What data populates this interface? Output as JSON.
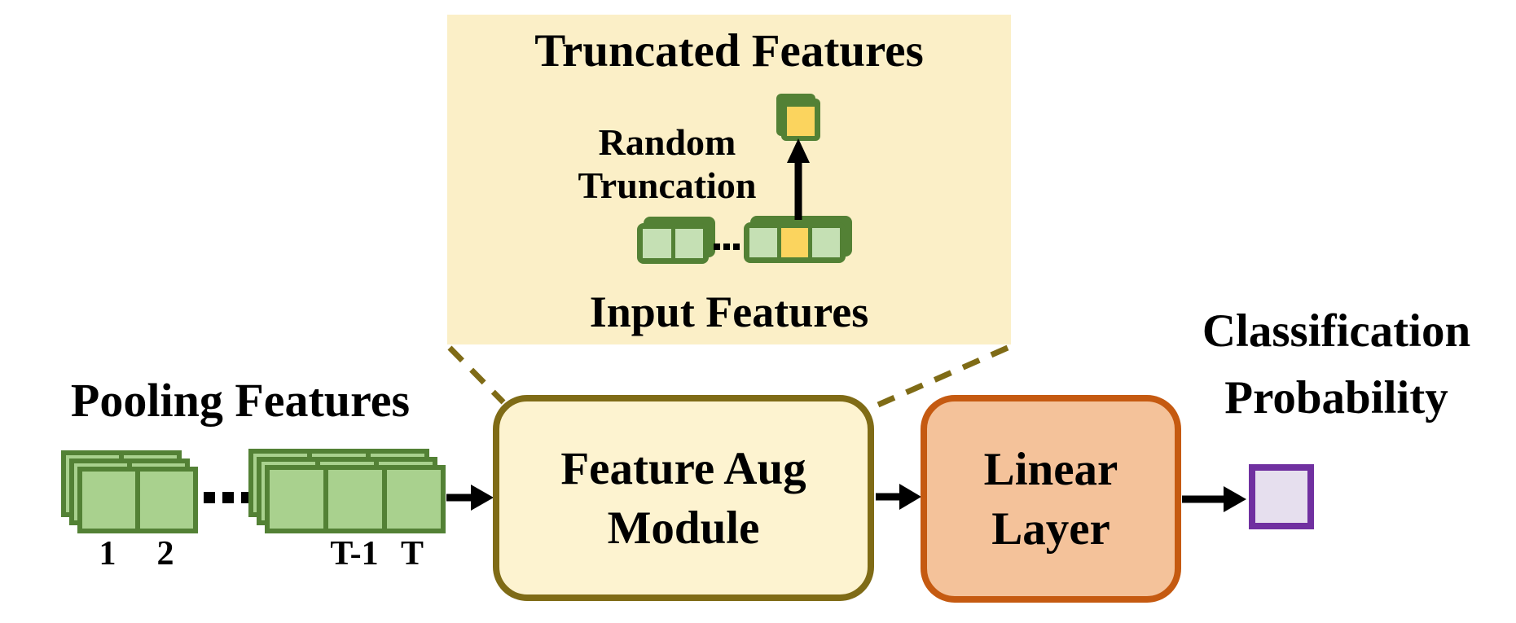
{
  "figure": {
    "panel": {
      "title": "Truncated Features",
      "random_label": {
        "line1": "Random",
        "line2": "Truncation"
      },
      "input_label": "Input Features"
    },
    "pooling": {
      "label": "Pooling Features",
      "index_labels": {
        "one": "1",
        "two": "2",
        "t_minus_1": "T-1",
        "t": "T"
      }
    },
    "feature_aug_box": {
      "line1": "Feature Aug",
      "line2": "Module"
    },
    "linear_box": {
      "line1": "Linear",
      "line2": "Layer"
    },
    "output_label": {
      "line1": "Classification",
      "line2": "Probability"
    }
  },
  "colors": {
    "panel-bg": "#FBEFC7",
    "box-cream-bg": "#FDF3D0",
    "olive-border": "#7F6B16",
    "dark-green": "#538135",
    "cell-light-green": "#C5E0B4",
    "pooling-green": "#A9D18E",
    "gold": "#FBD45E",
    "orange-bg": "#F4C29A",
    "orange-border": "#C55A11",
    "purple-border": "#7030A0",
    "purple-bg": "#E6DFEE",
    "arrow-black": "#000000"
  }
}
